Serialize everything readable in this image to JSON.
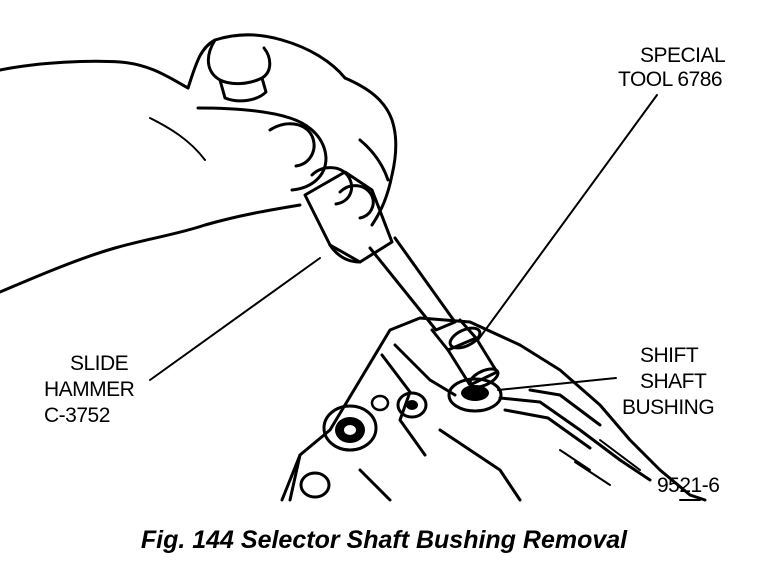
{
  "figure": {
    "labels": {
      "special_tool_line1": "SPECIAL",
      "special_tool_line2": "TOOL 6786",
      "slide_hammer_line1": "SLIDE",
      "slide_hammer_line2": "HAMMER",
      "slide_hammer_line3": "C-3752",
      "shift_shaft_line1": "SHIFT",
      "shift_shaft_line2": "SHAFT",
      "shift_shaft_line3": "BUSHING",
      "figure_number": "9521-6"
    },
    "caption": "Fig. 144 Selector Shaft Bushing Removal"
  }
}
